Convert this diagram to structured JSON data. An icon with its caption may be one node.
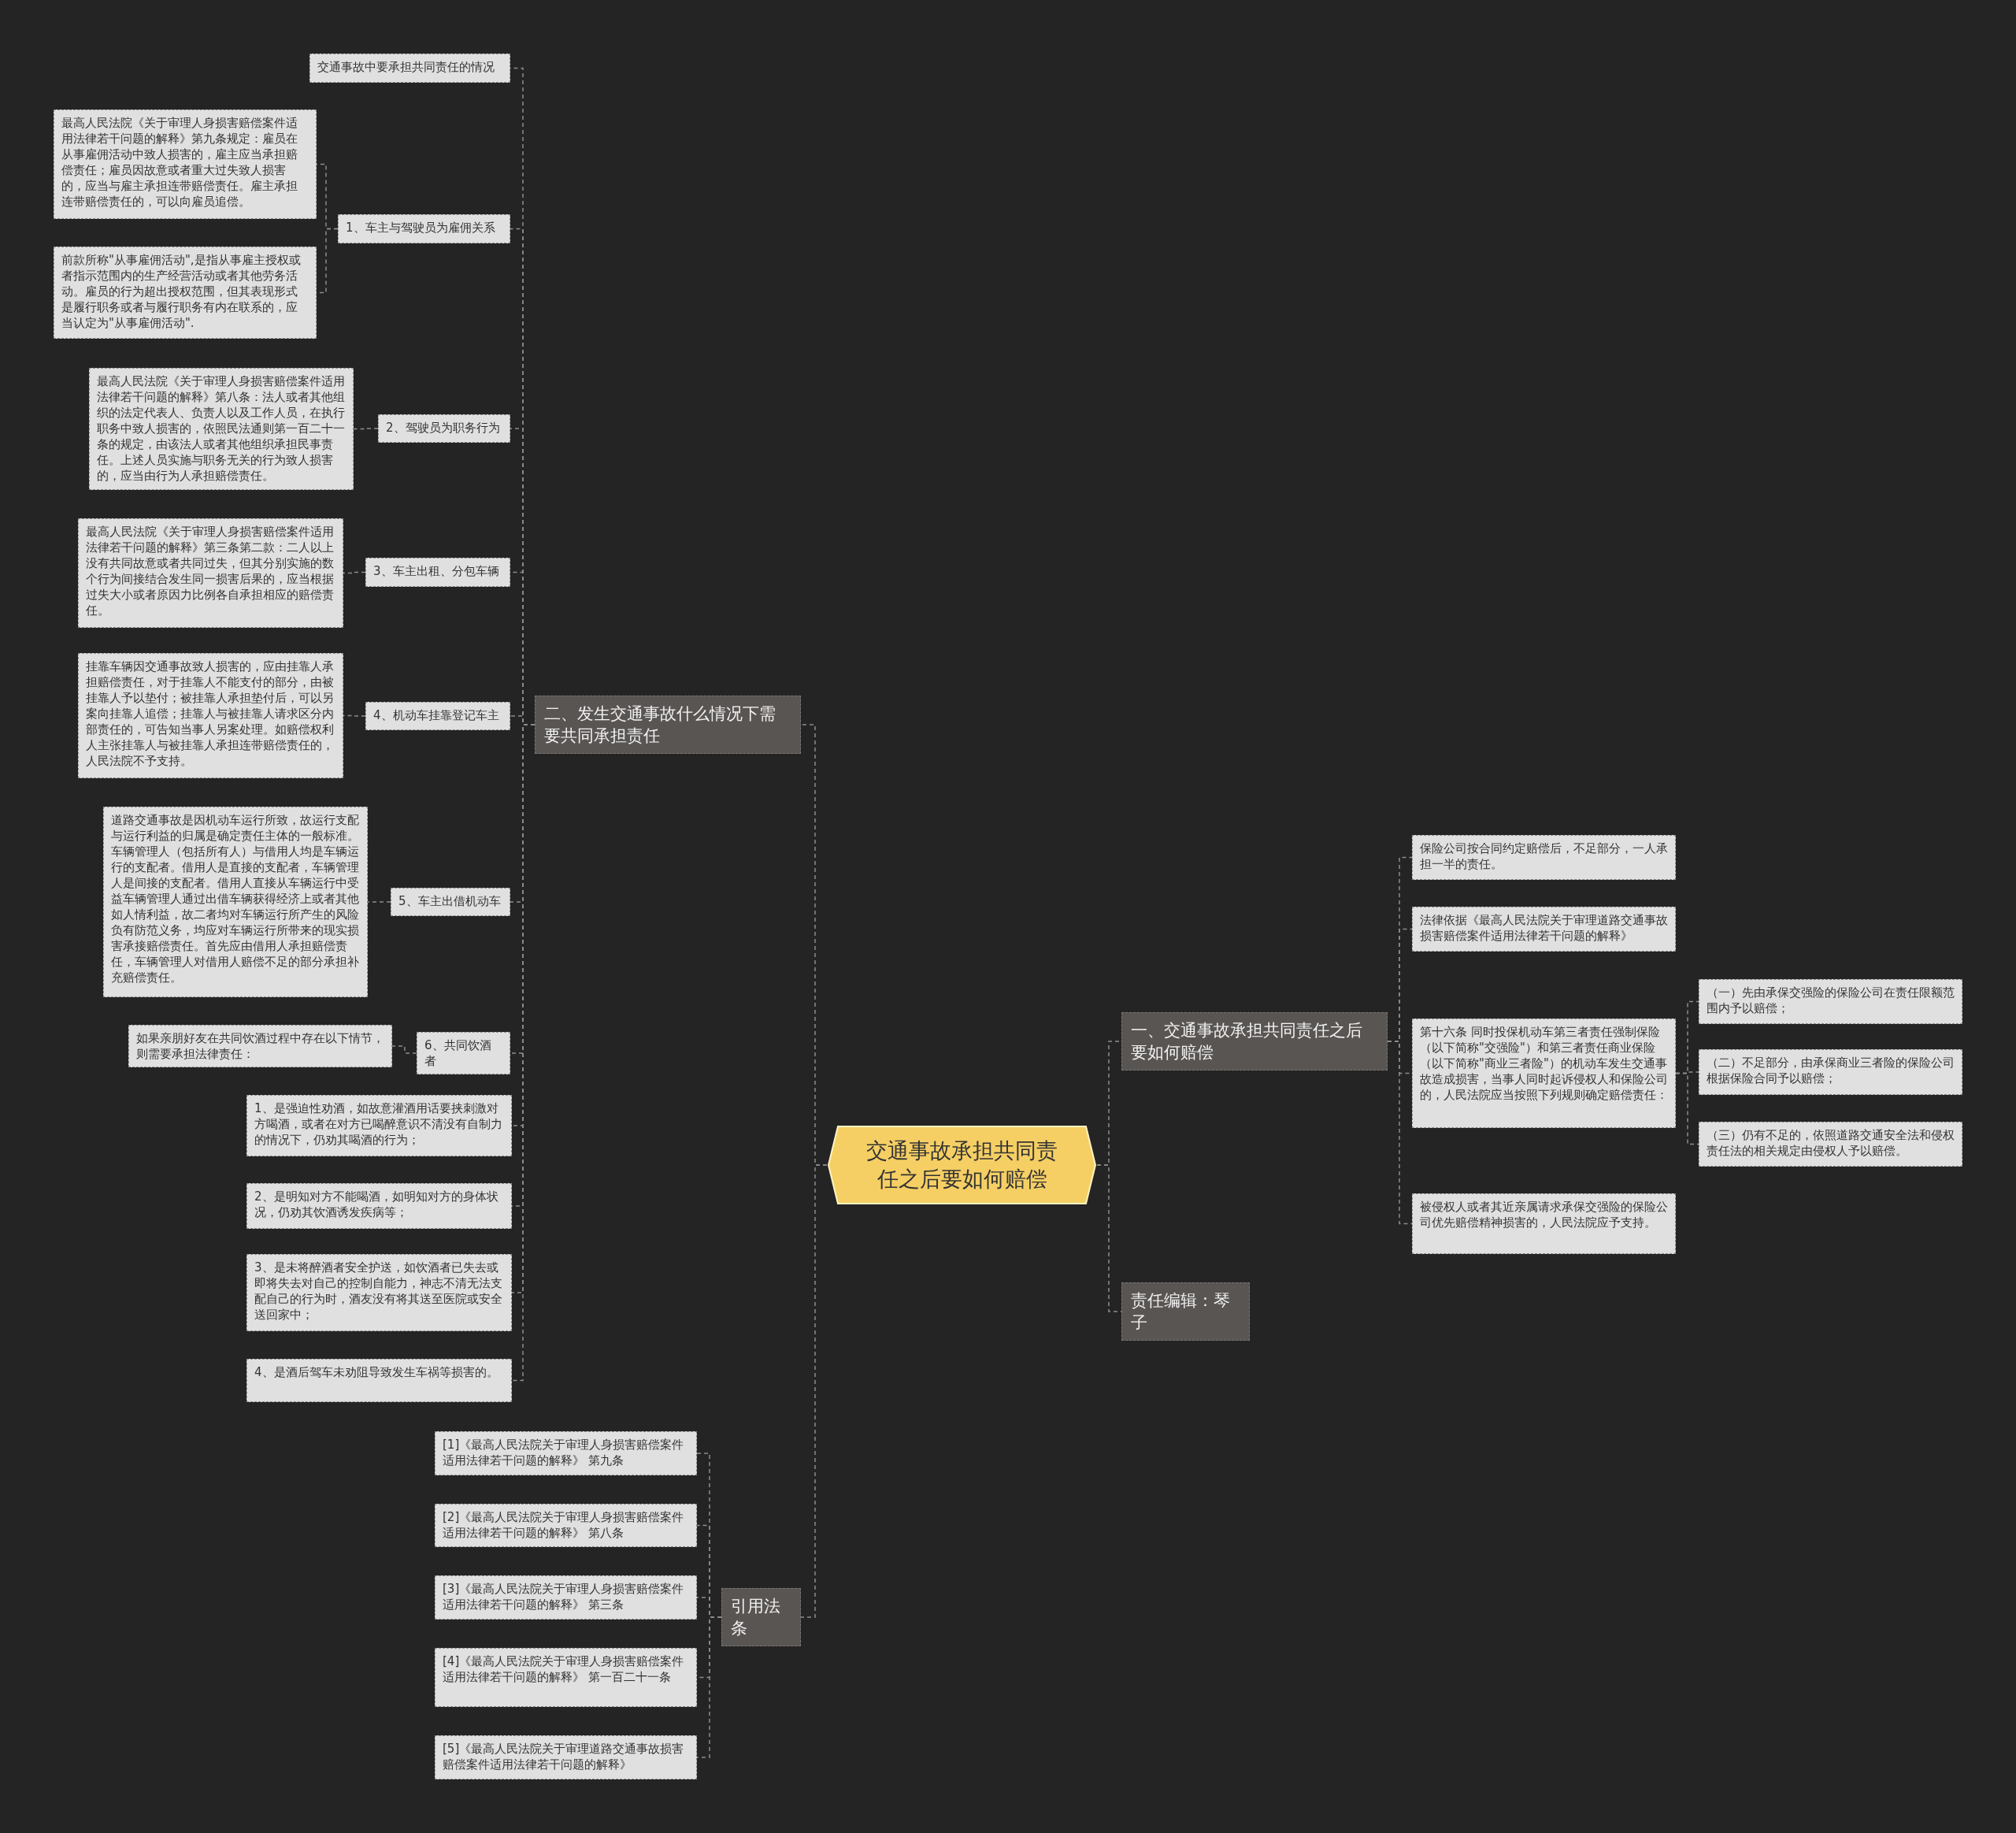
{
  "diagram": {
    "nodes": [
      {
        "text": [
          "交通事故承担共同责任之后要如何赔偿"
        ]
      },
      {
        "text": [
          "二、发生交通事故什么情况下需要共同承担责任"
        ]
      },
      {
        "text": [
          "交通事故中要承担共同责任的情况"
        ]
      },
      {
        "text": [
          "1、车主与驾驶员为雇佣关系"
        ]
      },
      {
        "text": [
          "最高人民法院《关于审理人身损害赔偿案件适用法律若干问题的解释》第九条规定：雇员在从事雇佣活动中致人损害的，雇主应当承担赔偿责任；雇员因故意或者重大过失致人损害的，应当与雇主承担连带赔偿责任。雇主承担连带赔偿责任的，可以向雇员追偿。"
        ]
      },
      {
        "text": [
          "前款所称\"从事雇佣活动\",是指从事雇主授权或者指示范围内的生产经营活动或者其他劳务活动。雇员的行为超出授权范围，但其表现形式是履行职务或者与履行职务有内在联系的，应当认定为\"从事雇佣活动\"."
        ]
      },
      {
        "text": [
          "2、驾驶员为职务行为"
        ]
      },
      {
        "text": [
          "最高人民法院《关于审理人身损害赔偿案件适用法律若干问题的解释》第八条：法人或者其他组织的法定代表人、负责人以及工作人员，在执行职务中致人损害的，依照民法通则第一百二十一条的规定，由该法人或者其他组织承担民事责任。上述人员实施与职务无关的行为致人损害的，应当由行为人承担赔偿责任。"
        ]
      },
      {
        "text": [
          "3、车主出租、分包车辆"
        ]
      },
      {
        "text": [
          "最高人民法院《关于审理人身损害赔偿案件适用法律若干问题的解释》第三条第二款：二人以上没有共同故意或者共同过失，但其分别实施的数个行为间接结合发生同一损害后果的，应当根据过失大小或者原因力比例各自承担相应的赔偿责任。"
        ]
      },
      {
        "text": [
          "4、机动车挂靠登记车主"
        ]
      },
      {
        "text": [
          "挂靠车辆因交通事故致人损害的，应由挂靠人承担赔偿责任，对于挂靠人不能支付的部分，由被挂靠人予以垫付；被挂靠人承担垫付后，可以另案向挂靠人追偿；挂靠人与被挂靠人请求区分内部责任的，可告知当事人另案处理。如赔偿权利人主张挂靠人与被挂靠人承担连带赔偿责任的，人民法院不予支持。"
        ]
      },
      {
        "text": [
          "5、车主出借机动车"
        ]
      },
      {
        "text": [
          "道路交通事故是因机动车运行所致，故运行支配与运行利益的归属是确定责任主体的一般标准。车辆管理人（包括所有人）与借用人均是车辆运行的支配者。借用人是直接的支配者，车辆管理人是间接的支配者。借用人直接从车辆运行中受益车辆管理人通过出借车辆获得经济上或者其他如人情利益，故二者均对车辆运行所产生的风险负有防范义务，均应对车辆运行所带来的现实损害承接赔偿责任。首先应由借用人承担赔偿责任，车辆管理人对借用人赔偿不足的部分承担补充赔偿责任。"
        ]
      },
      {
        "text": [
          "6、共同饮酒者"
        ]
      },
      {
        "text": [
          "如果亲朋好友在共同饮酒过程中存在以下情节，则需要承担法律责任："
        ]
      },
      {
        "text": [
          "1、是强迫性劝酒，如故意灌酒用话要挟刺激对方喝酒，或者在对方已喝醉意识不清没有自制力的情况下，仍劝其喝酒的行为；"
        ]
      },
      {
        "text": [
          "2、是明知对方不能喝酒，如明知对方的身体状况，仍劝其饮酒诱发疾病等；"
        ]
      },
      {
        "text": [
          "3、是未将醉酒者安全护送，如饮酒者已失去或即将失去对自己的控制自能力，神志不清无法支配自己的行为时，酒友没有将其送至医院或安全送回家中；"
        ]
      },
      {
        "text": [
          "4、是酒后驾车未劝阻导致发生车祸等损害的。"
        ]
      },
      {
        "text": [
          "引用法条"
        ]
      },
      {
        "text": [
          "[1]《最高人民法院关于审理人身损害赔偿案件适用法律若干问题的解释》 第九条"
        ]
      },
      {
        "text": [
          "[2]《最高人民法院关于审理人身损害赔偿案件适用法律若干问题的解释》 第八条"
        ]
      },
      {
        "text": [
          "[3]《最高人民法院关于审理人身损害赔偿案件适用法律若干问题的解释》 第三条"
        ]
      },
      {
        "text": [
          "[4]《最高人民法院关于审理人身损害赔偿案件适用法律若干问题的解释》 第一百二十一条"
        ]
      },
      {
        "text": [
          "[5]《最高人民法院关于审理道路交通事故损害赔偿案件适用法律若干问题的解释》"
        ]
      },
      {
        "text": [
          "一、交通事故承担共同责任之后要如何赔偿"
        ]
      },
      {
        "text": [
          "保险公司按合同约定赔偿后，不足部分，一人承担一半的责任。"
        ]
      },
      {
        "text": [
          "法律依据《最高人民法院关于审理道路交通事故损害赔偿案件适用法律若干问题的解释》"
        ]
      },
      {
        "text": [
          "第十六条 同时投保机动车第三者责任强制保险（以下简称\"交强险\"）和第三者责任商业保险（以下简称\"商业三者险\"）的机动车发生交通事故造成损害，当事人同时起诉侵权人和保险公司的，人民法院应当按照下列规则确定赔偿责任："
        ]
      },
      {
        "text": [
          "（一）先由承保交强险的保险公司在责任限额范围内予以赔偿；"
        ]
      },
      {
        "text": [
          "（二）不足部分，由承保商业三者险的保险公司根据保险合同予以赔偿；"
        ]
      },
      {
        "text": [
          "（三）仍有不足的，依照道路交通安全法和侵权责任法的相关规定由侵权人予以赔偿。"
        ]
      },
      {
        "text": [
          "被侵权人或者其近亲属请求承保交强险的保险公司优先赔偿精神损害的，人民法院应予支持。"
        ]
      },
      {
        "text": [
          "责任编辑：琴子"
        ]
      }
    ],
    "edges": [
      {
        "from": 0,
        "to": 1,
        "arrow": "none"
      },
      {
        "from": 1,
        "to": 2,
        "arrow": "none"
      },
      {
        "from": 1,
        "to": 3,
        "arrow": "none"
      },
      {
        "from": 3,
        "to": 4,
        "arrow": "none"
      },
      {
        "from": 3,
        "to": 5,
        "arrow": "none"
      },
      {
        "from": 1,
        "to": 6,
        "arrow": "none"
      },
      {
        "from": 6,
        "to": 7,
        "arrow": "none"
      },
      {
        "from": 1,
        "to": 8,
        "arrow": "none"
      },
      {
        "from": 8,
        "to": 9,
        "arrow": "none"
      },
      {
        "from": 1,
        "to": 10,
        "arrow": "none"
      },
      {
        "from": 10,
        "to": 11,
        "arrow": "none"
      },
      {
        "from": 1,
        "to": 12,
        "arrow": "none"
      },
      {
        "from": 12,
        "to": 13,
        "arrow": "none"
      },
      {
        "from": 1,
        "to": 14,
        "arrow": "none"
      },
      {
        "from": 14,
        "to": 15,
        "arrow": "none"
      },
      {
        "from": 1,
        "to": 16,
        "arrow": "none"
      },
      {
        "from": 1,
        "to": 17,
        "arrow": "none"
      },
      {
        "from": 1,
        "to": 18,
        "arrow": "none"
      },
      {
        "from": 1,
        "to": 19,
        "arrow": "none"
      },
      {
        "from": 0,
        "to": 20,
        "arrow": "none"
      },
      {
        "from": 20,
        "to": 21,
        "arrow": "none"
      },
      {
        "from": 20,
        "to": 22,
        "arrow": "none"
      },
      {
        "from": 20,
        "to": 23,
        "arrow": "none"
      },
      {
        "from": 20,
        "to": 24,
        "arrow": "none"
      },
      {
        "from": 20,
        "to": 25,
        "arrow": "none"
      },
      {
        "from": 0,
        "to": 26,
        "arrow": "none"
      },
      {
        "from": 26,
        "to": 27,
        "arrow": "none"
      },
      {
        "from": 26,
        "to": 28,
        "arrow": "none"
      },
      {
        "from": 26,
        "to": 29,
        "arrow": "none"
      },
      {
        "from": 29,
        "to": 30,
        "arrow": "none"
      },
      {
        "from": 29,
        "to": 31,
        "arrow": "none"
      },
      {
        "from": 29,
        "to": 32,
        "arrow": "none"
      },
      {
        "from": 26,
        "to": 33,
        "arrow": "none"
      },
      {
        "from": 0,
        "to": 34,
        "arrow": "none"
      }
    ]
  }
}
